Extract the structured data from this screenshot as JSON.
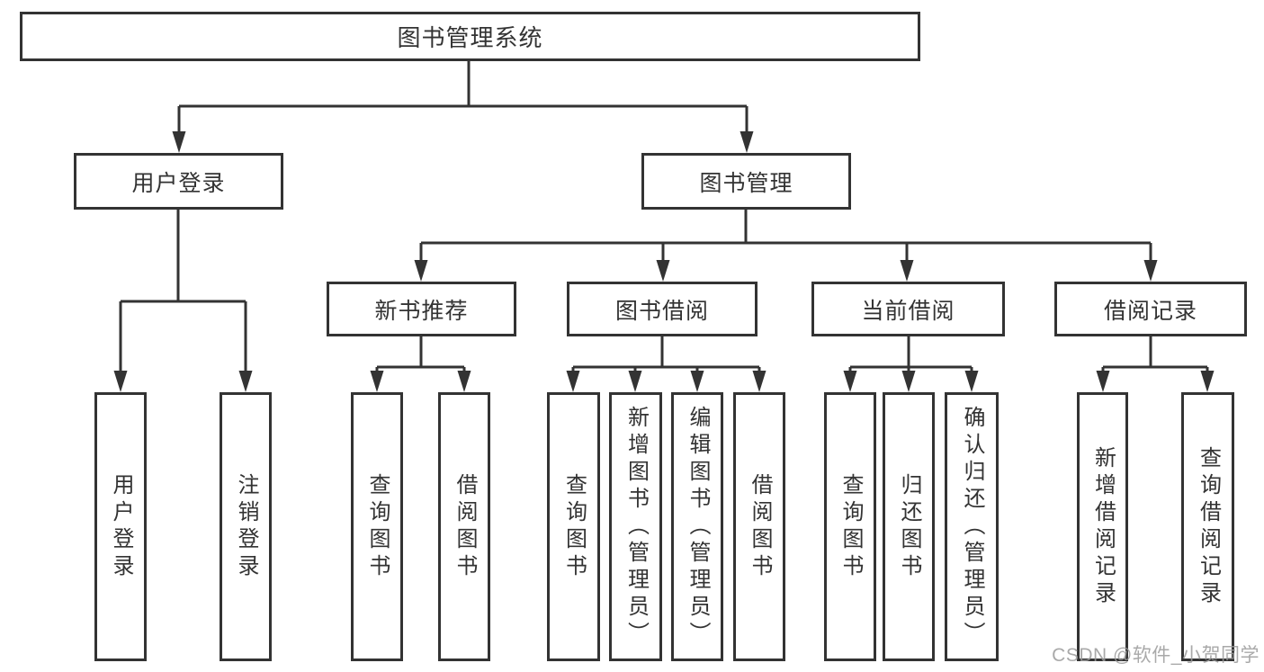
{
  "diagram": {
    "title": "图书管理系统",
    "nodes": {
      "root": "图书管理系统",
      "user_login": "用户登录",
      "book_manage": "图书管理",
      "recommend": "新书推荐",
      "borrow": "图书借阅",
      "current": "当前借阅",
      "records": "借阅记录"
    },
    "leaves": {
      "user": [
        "用户登录",
        "注销登录"
      ],
      "recommend": [
        "查询图书",
        "借阅图书"
      ],
      "borrow": [
        "查询图书",
        "新增图书（管理员）",
        "编辑图书（管理员）",
        "借阅图书"
      ],
      "current": [
        "查询图书",
        "归还图书",
        "确认归还（管理员）"
      ],
      "records": [
        "新增借阅记录",
        "查询借阅记录"
      ]
    },
    "colors": {
      "line": "#333333",
      "box_border": "#333333",
      "box_fill": "#ffffff",
      "text": "#333333"
    }
  },
  "watermark": {
    "text": "CSDN @软件_小贺同学",
    "color": "#9b9b9b"
  }
}
